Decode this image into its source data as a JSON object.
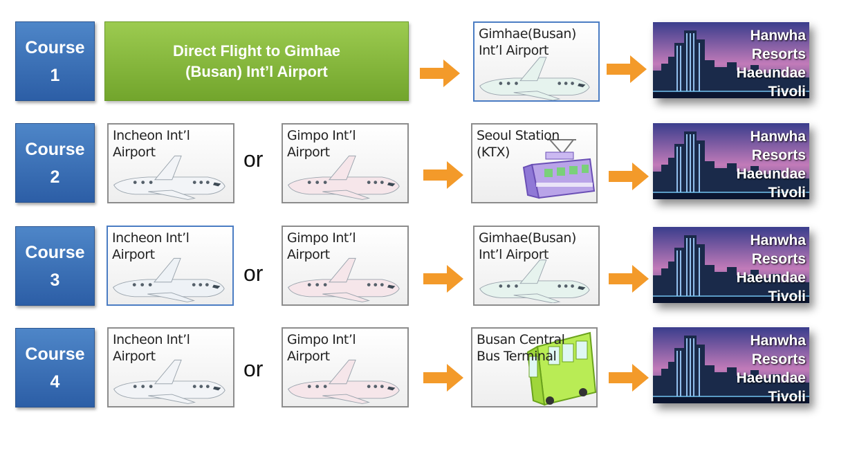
{
  "courses": [
    {
      "word": "Course",
      "num": "1"
    },
    {
      "word": "Course",
      "num": "2"
    },
    {
      "word": "Course",
      "num": "3"
    },
    {
      "word": "Course",
      "num": "4"
    }
  ],
  "direct_flight": {
    "line1": "Direct Flight to Gimhae",
    "line2": "(Busan) Int’l Airport"
  },
  "or_text": "or",
  "incheon": {
    "line1": "Incheon Int’l",
    "line2": "Airport"
  },
  "gimpo": {
    "line1": "Gimpo  Int’l",
    "line2": "Airport"
  },
  "gimhae": {
    "line1": "Gimhae(Busan)",
    "line2": "Int’l Airport"
  },
  "seoul_station": {
    "line1": "Seoul Station",
    "line2": "(KTX)"
  },
  "bus_terminal": {
    "line1": "Busan Central",
    "line2": "Bus Terminal"
  },
  "resort": {
    "line1": "Hanwha",
    "line2": "Resorts",
    "line3": "Haeundae",
    "line4": "Tivoli"
  },
  "colors": {
    "course_blue": "#3a6fb8",
    "direct_green": "#8cbf3f",
    "arrow_orange": "#f39a2a",
    "card_border_blue": "#4a7cc3"
  },
  "icons": [
    "airplane-icon",
    "train-icon",
    "bus-icon",
    "arrow-right-icon",
    "resort-night-skyline-image"
  ]
}
